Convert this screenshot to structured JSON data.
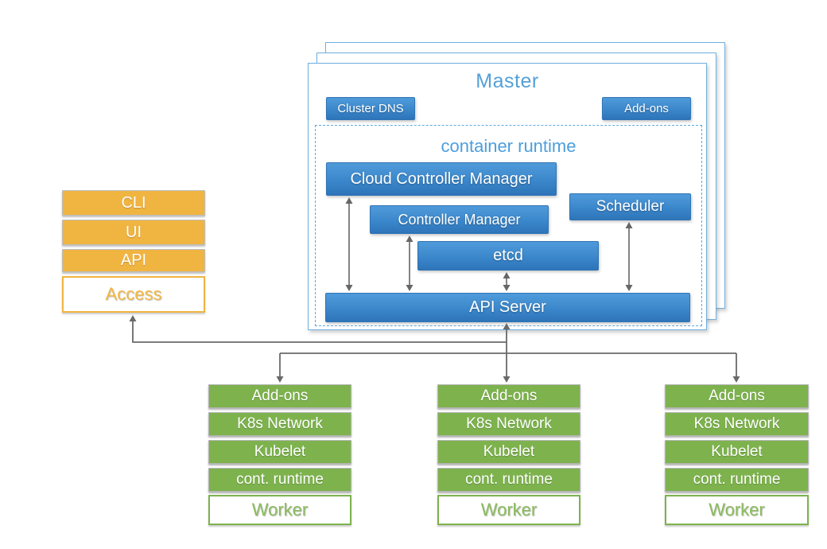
{
  "master": {
    "title": "Master",
    "cluster_dns_label": "Cluster DNS",
    "addons_label": "Add-ons",
    "container_runtime": {
      "label": "container runtime",
      "components": {
        "cloud_controller_manager": "Cloud Controller Manager",
        "controller_manager": "Controller Manager",
        "scheduler": "Scheduler",
        "etcd": "etcd",
        "api_server": "API Server"
      }
    }
  },
  "access_stack": {
    "items": [
      "CLI",
      "UI",
      "API"
    ],
    "base_label": "Access"
  },
  "workers": [
    {
      "items": [
        "Add-ons",
        "K8s Network",
        "Kubelet",
        "cont. runtime"
      ],
      "base_label": "Worker"
    },
    {
      "items": [
        "Add-ons",
        "K8s Network",
        "Kubelet",
        "cont. runtime"
      ],
      "base_label": "Worker"
    },
    {
      "items": [
        "Add-ons",
        "K8s Network",
        "Kubelet",
        "cont. runtime"
      ],
      "base_label": "Worker"
    }
  ],
  "colors": {
    "blue_box_top": "#4F9BDA",
    "blue_box_bottom": "#2E74B9",
    "light_blue_accent": "#54A0D8",
    "orange": "#F0B441",
    "green": "#7DB24D",
    "arrow_gray": "#6A6A6A"
  }
}
